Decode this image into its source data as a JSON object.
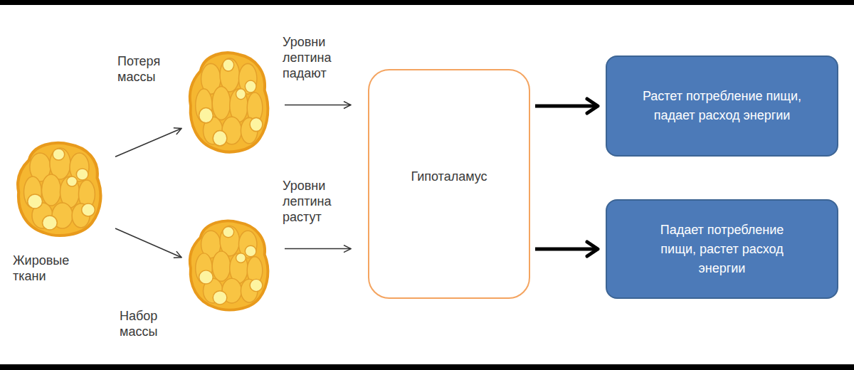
{
  "diagram": {
    "nodes": [
      {
        "text": [
          "Жировые ткани"
        ]
      },
      {
        "text": [
          "Потеря массы"
        ]
      },
      {
        "text": [
          "Набор массы"
        ]
      },
      {
        "text": [
          "Гипоталамус"
        ]
      },
      {
        "text": [
          "Растет потребление пищи, падает расход энергии"
        ]
      },
      {
        "text": [
          "Падает потребление пищи, растет расход энергии"
        ]
      }
    ],
    "edges": [
      {
        "from": 0,
        "to": 1,
        "arrow": "to"
      },
      {
        "from": 0,
        "to": 2,
        "arrow": "to"
      },
      {
        "from": 1,
        "to": 3,
        "label": "Уровни лептина падают",
        "arrow": "to"
      },
      {
        "from": 2,
        "to": 3,
        "label": "Уровни лептина растут",
        "arrow": "to"
      },
      {
        "from": 3,
        "to": 4,
        "arrow": "to"
      },
      {
        "from": 3,
        "to": 5,
        "arrow": "to"
      }
    ]
  }
}
